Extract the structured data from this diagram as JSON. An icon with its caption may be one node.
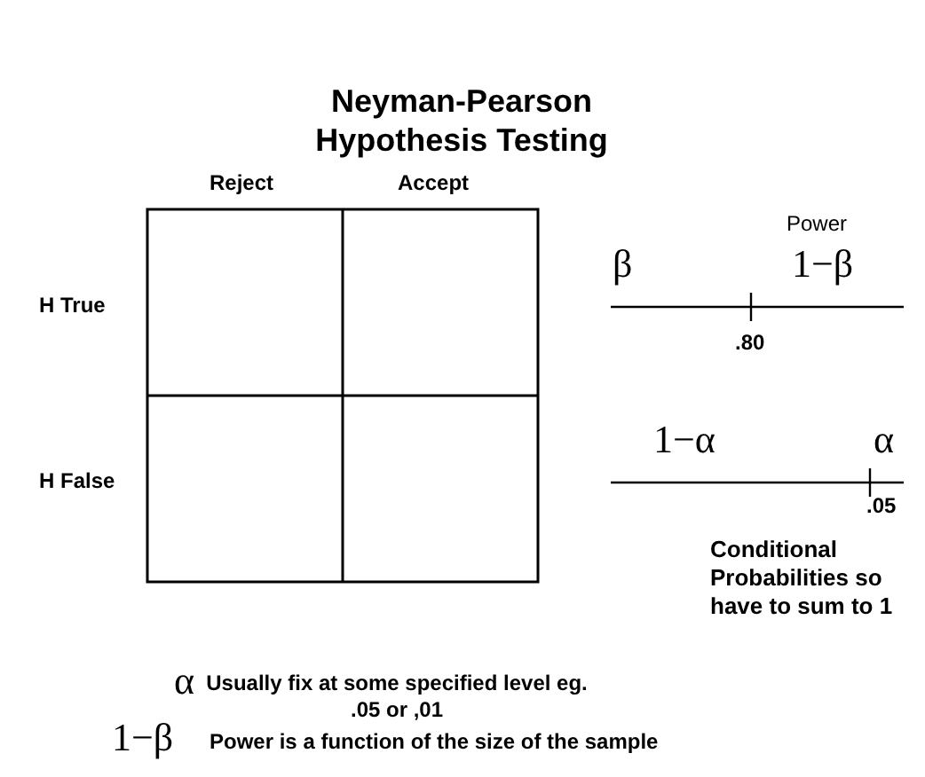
{
  "diagram": {
    "title": "Neyman-Pearson Hypothesis Testing",
    "labels": [
      "Reject",
      "Accept",
      "H True",
      "H False",
      "Power",
      "β",
      "1−β",
      ".80",
      "1−α",
      "α",
      ".05",
      "Conditional Probabilities so have to sum to 1",
      "α",
      "Usually fix at some specified level eg. .05 or ,01",
      "1−β",
      "Power is a function of the size of the sample"
    ]
  }
}
